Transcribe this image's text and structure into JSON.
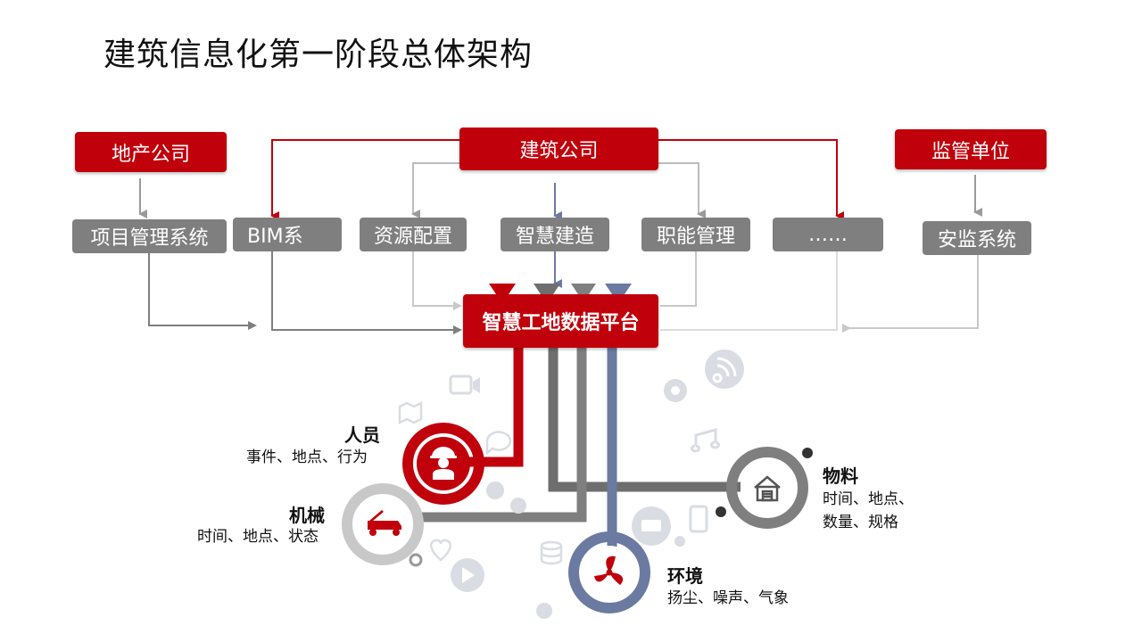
{
  "title": "建筑信息化第一阶段总体架构",
  "top_nodes": {
    "real_estate": "地产公司",
    "construction": "建筑公司",
    "regulator": "监管单位"
  },
  "systems": {
    "project_mgmt": "项目管理系统",
    "bim": "BIM系",
    "resource": "资源配置",
    "smart_build": "智慧建造",
    "function_mgmt": "职能管理",
    "more": "……",
    "safety": "安监系统"
  },
  "platform": "智慧工地数据平台",
  "categories": {
    "personnel": {
      "label": "人员",
      "desc": "事件、地点、行为"
    },
    "machinery": {
      "label": "机械",
      "desc": "时间、地点、状态"
    },
    "material": {
      "label": "物料",
      "desc_line1": "时间、地点、",
      "desc_line2": "数量、规格"
    },
    "environment": {
      "label": "环境",
      "desc": "扬尘、噪声、气象"
    }
  },
  "colors": {
    "brand_red": "#c0000b",
    "box_gray": "#7f7f7f",
    "pipe_gray": "#6e6e6e",
    "pipe_blue": "#6b7aa0",
    "icon_light": "#d9dce2"
  }
}
